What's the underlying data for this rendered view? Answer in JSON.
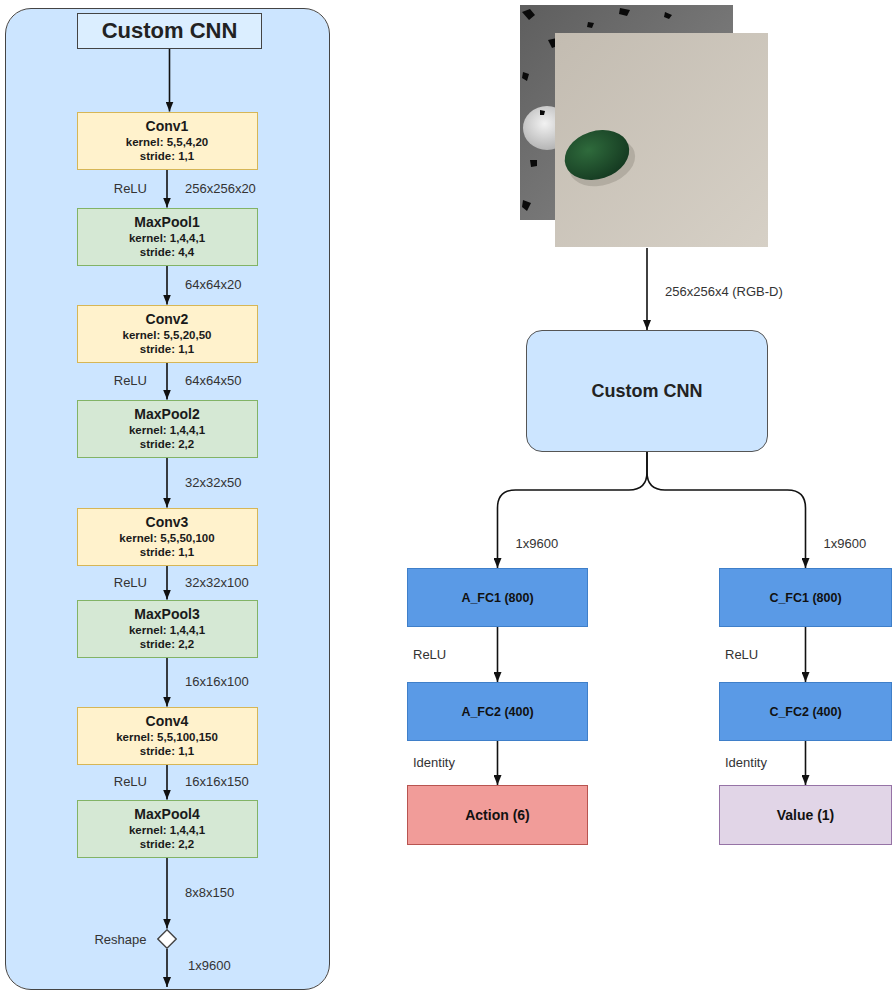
{
  "diagram": {
    "nodes": [
      {
        "text": [
          "Custom CNN"
        ]
      },
      {
        "text": [
          "Conv1",
          "kernel: 5,5,4,20",
          "stride: 1,1"
        ],
        "in": 0
      },
      {
        "text": [
          "MaxPool1",
          "kernel: 1,4,4,1",
          "stride: 4,4"
        ],
        "in": 0
      },
      {
        "text": [
          "Conv2",
          "kernel: 5,5,20,50",
          "stride: 1,1"
        ],
        "in": 0
      },
      {
        "text": [
          "MaxPool2",
          "kernel: 1,4,4,1",
          "stride: 2,2"
        ],
        "in": 0
      },
      {
        "text": [
          "Conv3",
          "kernel: 5,5,50,100",
          "stride: 1,1"
        ],
        "in": 0
      },
      {
        "text": [
          "MaxPool3",
          "kernel: 1,4,4,1",
          "stride: 2,2"
        ],
        "in": 0
      },
      {
        "text": [
          "Conv4",
          "kernel: 5,5,100,150",
          "stride: 1,1"
        ],
        "in": 0
      },
      {
        "text": [
          "MaxPool4",
          "kernel: 1,4,4,1",
          "stride: 2,2"
        ],
        "in": 0
      },
      {
        "text": [
          "Reshape"
        ],
        "in": 0
      },
      {
        "text": [
          "Custom CNN"
        ]
      },
      {
        "text": [
          "A_FC1 (800)"
        ]
      },
      {
        "text": [
          "A_FC2 (400)"
        ]
      },
      {
        "text": [
          "Action (6)"
        ]
      },
      {
        "text": [
          "C_FC1 (800)"
        ]
      },
      {
        "text": [
          "C_FC2 (400)"
        ]
      },
      {
        "text": [
          "Value (1)"
        ]
      }
    ],
    "edges": [
      {
        "from": 0,
        "to": 1,
        "arrow": "to"
      },
      {
        "from": 1,
        "to": 2,
        "arrow": "to",
        "label": "256x256x20"
      },
      {
        "from": 2,
        "to": 3,
        "arrow": "to",
        "label": "64x64x20"
      },
      {
        "from": 3,
        "to": 4,
        "arrow": "to",
        "label": "64x64x50"
      },
      {
        "from": 4,
        "to": 5,
        "arrow": "to",
        "label": "32x32x50"
      },
      {
        "from": 5,
        "to": 6,
        "arrow": "to",
        "label": "32x32x100"
      },
      {
        "from": 6,
        "to": 7,
        "arrow": "to",
        "label": "16x16x100"
      },
      {
        "from": 7,
        "to": 8,
        "arrow": "to",
        "label": "16x16x150"
      },
      {
        "from": 8,
        "to": 9,
        "arrow": "to",
        "label": "8x8x150"
      },
      {
        "from": 10,
        "to": 11,
        "arrow": "to",
        "label": "1x9600"
      },
      {
        "from": 11,
        "to": 12,
        "arrow": "to",
        "label": "ReLU"
      },
      {
        "from": 12,
        "to": 13,
        "arrow": "to",
        "label": "Identity"
      },
      {
        "from": 10,
        "to": 14,
        "arrow": "to",
        "label": "1x9600"
      },
      {
        "from": 14,
        "to": 15,
        "arrow": "to",
        "label": "ReLU"
      },
      {
        "from": 15,
        "to": 16,
        "arrow": "to",
        "label": "Identity"
      }
    ],
    "labels": [
      "ReLU",
      "ReLU",
      "ReLU",
      "ReLU",
      "1x9600",
      "256x256x4 (RGB-D)"
    ]
  }
}
